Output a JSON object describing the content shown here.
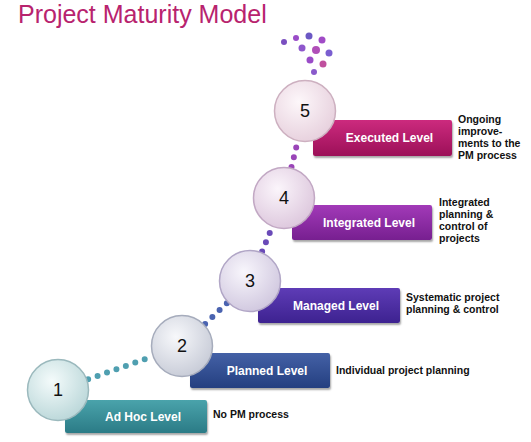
{
  "diagram": {
    "title": "Project Maturity Model",
    "nodes": [
      {
        "text": [
          "1"
        ]
      },
      {
        "text": [
          "Ad Hoc Level",
          "No PM process"
        ]
      },
      {
        "text": [
          "2"
        ]
      },
      {
        "text": [
          "Planned Level",
          "Individual project planning"
        ]
      },
      {
        "text": [
          "3"
        ]
      },
      {
        "text": [
          "Managed Level",
          "Systematic project planning & control"
        ]
      },
      {
        "text": [
          "4"
        ]
      },
      {
        "text": [
          "Integrated Level",
          "Integrated planning & control of projects"
        ]
      },
      {
        "text": [
          "5"
        ]
      },
      {
        "text": [
          "Executed Level",
          "Ongoing improve- ments to the PM process"
        ]
      }
    ],
    "edges": [
      {
        "from": 0,
        "to": 2,
        "arrow": "none"
      },
      {
        "from": 2,
        "to": 4,
        "arrow": "none"
      },
      {
        "from": 4,
        "to": 6,
        "arrow": "none"
      },
      {
        "from": 6,
        "to": 8,
        "arrow": "none"
      }
    ]
  }
}
